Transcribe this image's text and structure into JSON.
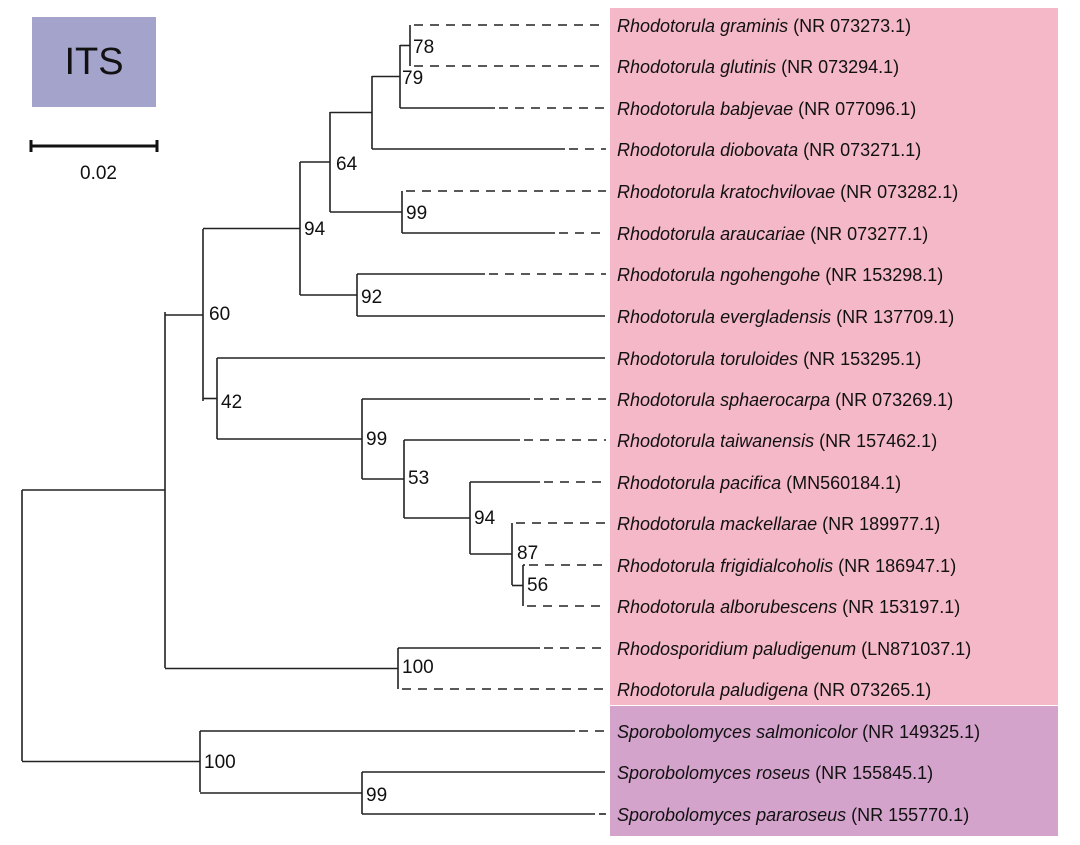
{
  "figure": {
    "title": "ITS",
    "scale_bar_label": "0.02",
    "colors": {
      "title_box": "#a3a3cb",
      "rhodotorula_clade_box": "#f4b8c8",
      "sporobolomyces_clade_box": "#d4a3cb",
      "branch": "#222222"
    }
  },
  "chart_data": {
    "type": "phylogenetic_tree",
    "title": "ITS",
    "scale_bar": "0.02",
    "taxa": [
      {
        "species": "Rhodotorula graminis",
        "accession": "(NR 073273.1)"
      },
      {
        "species": "Rhodotorula glutinis",
        "accession": "(NR 073294.1)"
      },
      {
        "species": "Rhodotorula babjevae",
        "accession": "(NR 077096.1)"
      },
      {
        "species": "Rhodotorula diobovata",
        "accession": "(NR 073271.1)"
      },
      {
        "species": "Rhodotorula kratochvilovae",
        "accession": "(NR 073282.1)"
      },
      {
        "species": "Rhodotorula araucariae",
        "accession": "(NR 073277.1)"
      },
      {
        "species": "Rhodotorula ngohengohe",
        "accession": "(NR 153298.1)"
      },
      {
        "species": "Rhodotorula evergladensis",
        "accession": "(NR 137709.1)"
      },
      {
        "species": "Rhodotorula toruloides",
        "accession": "(NR 153295.1)"
      },
      {
        "species": "Rhodotorula sphaerocarpa",
        "accession": "(NR 073269.1)"
      },
      {
        "species": "Rhodotorula taiwanensis",
        "accession": "(NR 157462.1)"
      },
      {
        "species": "Rhodotorula pacifica",
        "accession": "(MN560184.1)"
      },
      {
        "species": "Rhodotorula mackellarae",
        "accession": "(NR 189977.1)"
      },
      {
        "species": "Rhodotorula frigidialcoholis",
        "accession": "(NR 186947.1)"
      },
      {
        "species": "Rhodotorula alborubescens",
        "accession": "(NR 153197.1)"
      },
      {
        "species": "Rhodosporidium paludigenum",
        "accession": "(LN871037.1)"
      },
      {
        "species": "Rhodotorula paludigena",
        "accession": "(NR 073265.1)"
      },
      {
        "species": "Sporobolomyces salmonicolor",
        "accession": "(NR 149325.1)"
      },
      {
        "species": "Sporobolomyces roseus",
        "accession": "(NR 155845.1)"
      },
      {
        "species": "Sporobolomyces pararoseus",
        "accession": "(NR 155770.1)"
      }
    ],
    "clades": [
      {
        "name": "Rhodotorula group",
        "tips": [
          0,
          16
        ]
      },
      {
        "name": "Sporobolomyces group",
        "tips": [
          17,
          19
        ]
      }
    ],
    "newick": "((((((((graminis,glutinis)78,babjevae)79,diobovata),(kratochvilovae,araucariae)99)64,(ngohengohe,evergladensis)92)94,(toruloides,(sphaerocarpa,(taiwanensis,(pacifica,(mackellarae,(frigidialcoholis,alborubescens)56)87)94)53)99)42)60,(paludigenum,paludigena)100),(salmonicolor,(roseus,pararoseus)99)100);",
    "bootstrap_values": [
      "78",
      "79",
      "64",
      "99",
      "94",
      "92",
      "60",
      "42",
      "99",
      "53",
      "94",
      "87",
      "56",
      "100",
      "100",
      "99"
    ]
  }
}
